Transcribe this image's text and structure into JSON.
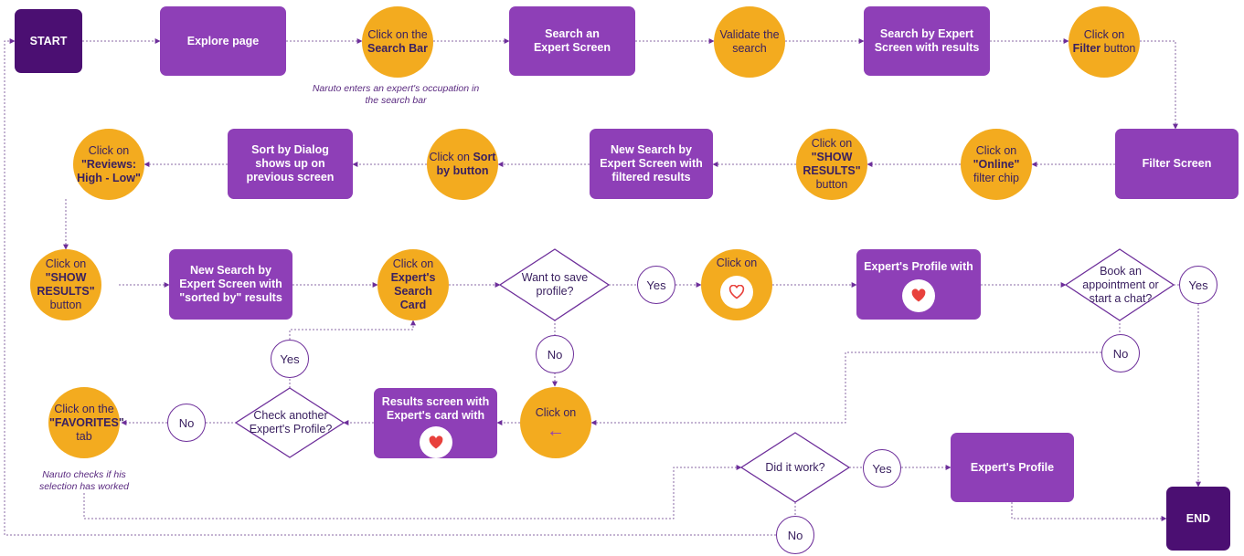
{
  "nodes": {
    "start": "START",
    "explore": "Explore page",
    "search_bar": {
      "pre": "Click on the ",
      "bold": "Search Bar"
    },
    "search_note": "Naruto enters an expert's occupation  in the search bar",
    "search_expert": "Search an Expert Screen",
    "validate": "Validate the search",
    "search_results": "Search by Expert Screen with results",
    "filter_btn": {
      "pre": "Click on ",
      "bold": "Filter",
      "post": " button"
    },
    "filter_screen": "Filter Screen",
    "online_chip": {
      "pre": "Click on ",
      "bold": "\"Online\"",
      "post": " filter chip"
    },
    "show_results_1": {
      "pre": "Click on ",
      "bold": "\"SHOW RESULTS\"",
      "post": " button"
    },
    "new_search_filtered": "New Search by Expert Screen with filtered results",
    "sort_btn": {
      "pre": "Click on ",
      "bold": "Sort by button"
    },
    "sort_dialog": "Sort by Dialog shows up on previous screen",
    "reviews": {
      "pre": "Click on ",
      "bold": "\"Reviews: High - Low\""
    },
    "show_results_2": {
      "pre": "Click on ",
      "bold": "\"SHOW RESULTS\"",
      "post": " button"
    },
    "new_search_sorted": "New Search by Expert Screen with \"sorted by\" results",
    "search_card": {
      "pre": "Click on ",
      "bold": "Expert's Search Card"
    },
    "want_save": "Want to save profile?",
    "click_heart": "Click on",
    "profile_with": "Expert's Profile with",
    "book": "Book an appointment or start a chat?",
    "click_back": "Click on",
    "results_with": "Results screen with Expert's card with",
    "check_another": "Check another Expert's Profile?",
    "favorites": {
      "pre": "Click on the ",
      "bold": "\"FAVORITES\"",
      "post": " tab"
    },
    "fav_note": "Naruto checks if his selection has worked",
    "did_it_work": "Did it work?",
    "expert_profile": "Expert's Profile",
    "end": "END"
  },
  "answers": {
    "yes": "Yes",
    "no": "No"
  },
  "icons": {
    "heart_outline": "heart-outline-icon",
    "heart_filled": "heart-filled-icon",
    "back_arrow": "arrow-left-icon"
  },
  "colors": {
    "process": "#8e3fb7",
    "terminal": "#4b0f72",
    "action": "#f3ab1f",
    "connector": "#8a6aa6",
    "heart": "#e8413c"
  }
}
